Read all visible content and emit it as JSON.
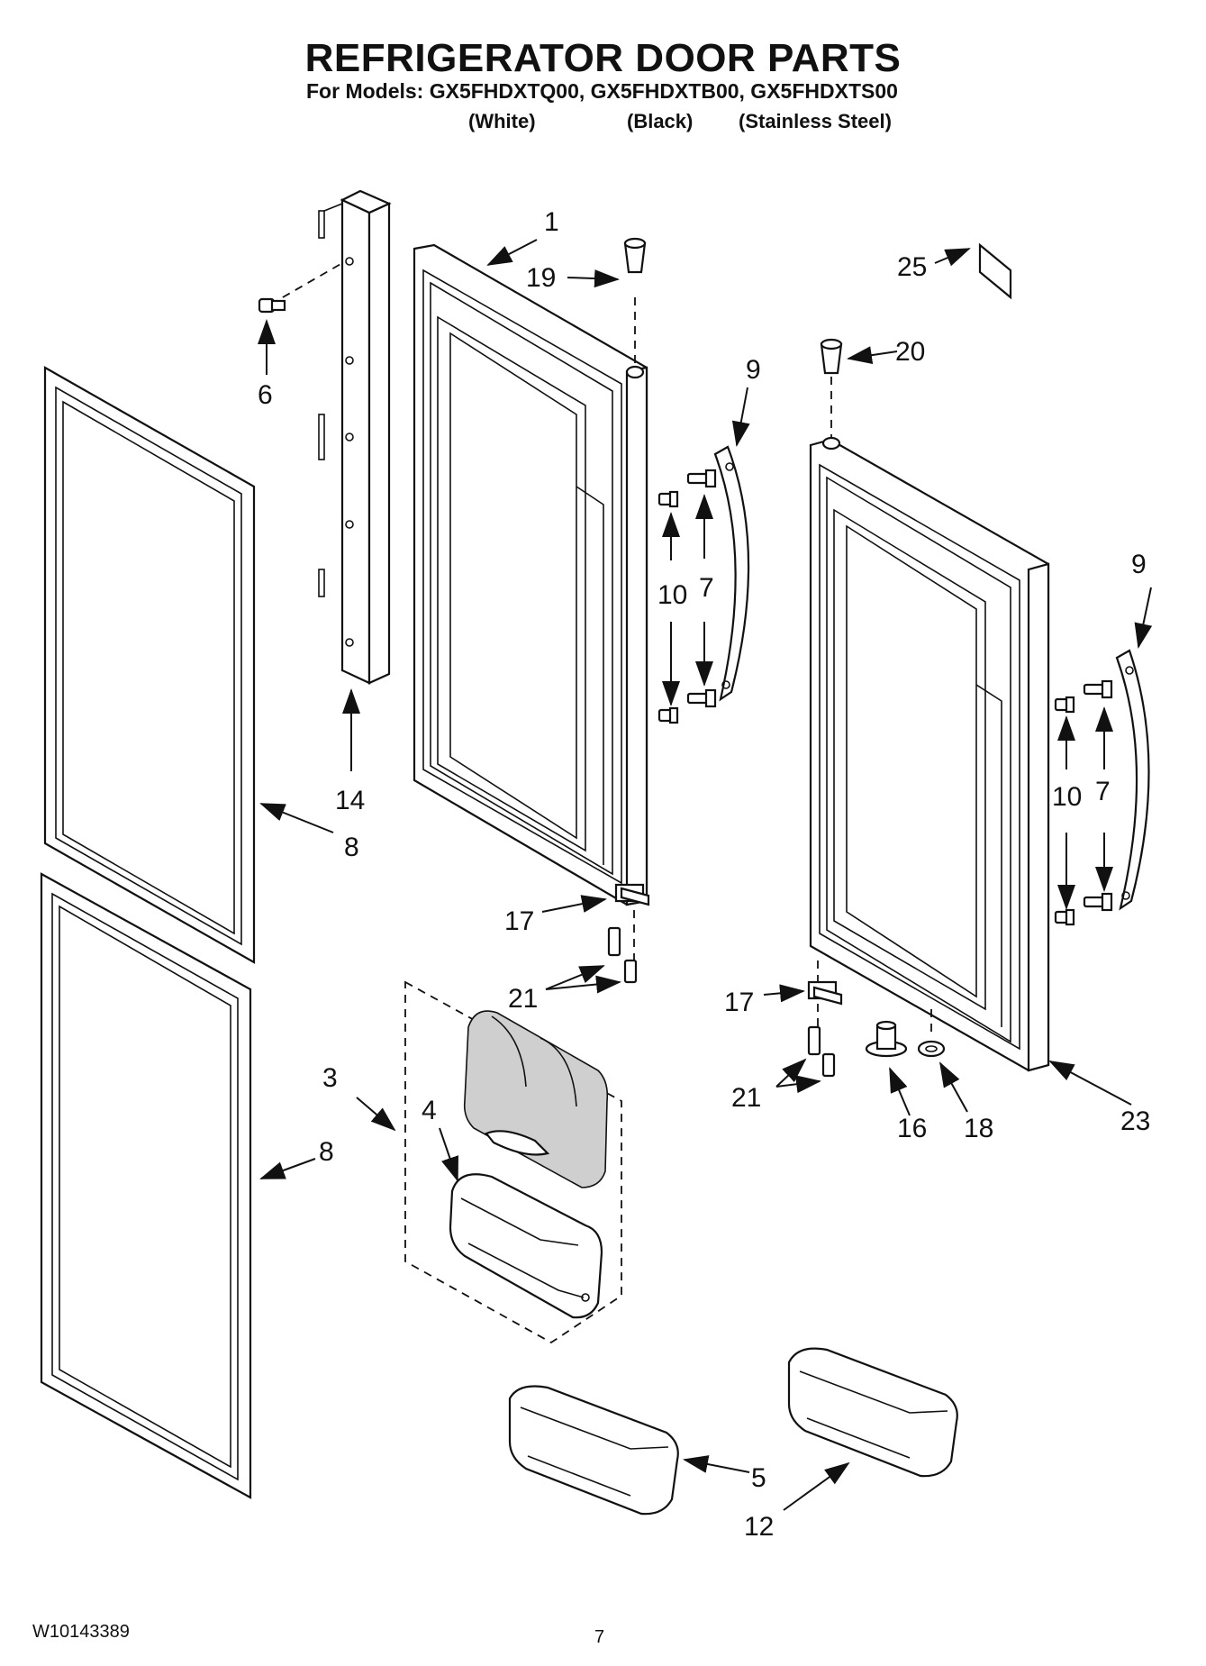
{
  "header": {
    "title": "REFRIGERATOR DOOR PARTS",
    "models_line": "For Models: GX5FHDXTQ00, GX5FHDXTB00, GX5FHDXTS00",
    "variants": [
      "(White)",
      "(Black)",
      "(Stainless Steel)"
    ]
  },
  "callouts": [
    "1",
    "19",
    "25",
    "20",
    "6",
    "9",
    "10",
    "7",
    "9",
    "10",
    "7",
    "14",
    "8",
    "17",
    "21",
    "17",
    "21",
    "16",
    "18",
    "23",
    "3",
    "4",
    "8",
    "5",
    "12"
  ],
  "footer": {
    "doc_number": "W10143389",
    "page_number": "7"
  }
}
